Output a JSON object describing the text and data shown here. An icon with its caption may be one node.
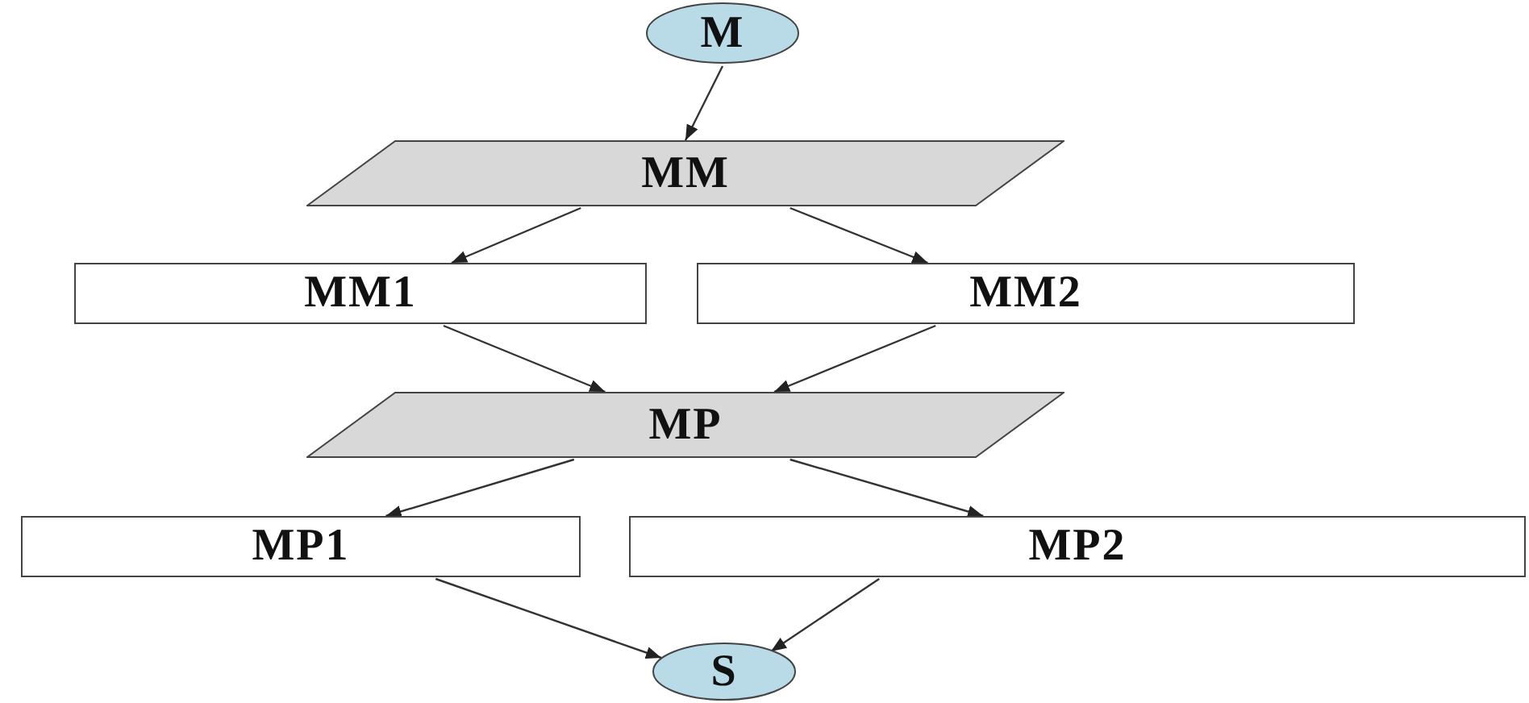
{
  "diagram": {
    "nodes": [
      {
        "text": [
          "M"
        ]
      },
      {
        "text": [
          "MM"
        ]
      },
      {
        "text": [
          "MM1"
        ]
      },
      {
        "text": [
          "MM2"
        ]
      },
      {
        "text": [
          "MP"
        ]
      },
      {
        "text": [
          "MP1"
        ]
      },
      {
        "text": [
          "MP2"
        ]
      },
      {
        "text": [
          "S"
        ]
      }
    ],
    "edges": [
      {
        "from": 0,
        "to": 1,
        "arrow": "to"
      },
      {
        "from": 1,
        "to": 2,
        "arrow": "to"
      },
      {
        "from": 1,
        "to": 3,
        "arrow": "to"
      },
      {
        "from": 2,
        "to": 4,
        "arrow": "to"
      },
      {
        "from": 3,
        "to": 4,
        "arrow": "to"
      },
      {
        "from": 4,
        "to": 5,
        "arrow": "to"
      },
      {
        "from": 4,
        "to": 6,
        "arrow": "to"
      },
      {
        "from": 5,
        "to": 7,
        "arrow": "to"
      },
      {
        "from": 6,
        "to": 7,
        "arrow": "to"
      }
    ]
  }
}
